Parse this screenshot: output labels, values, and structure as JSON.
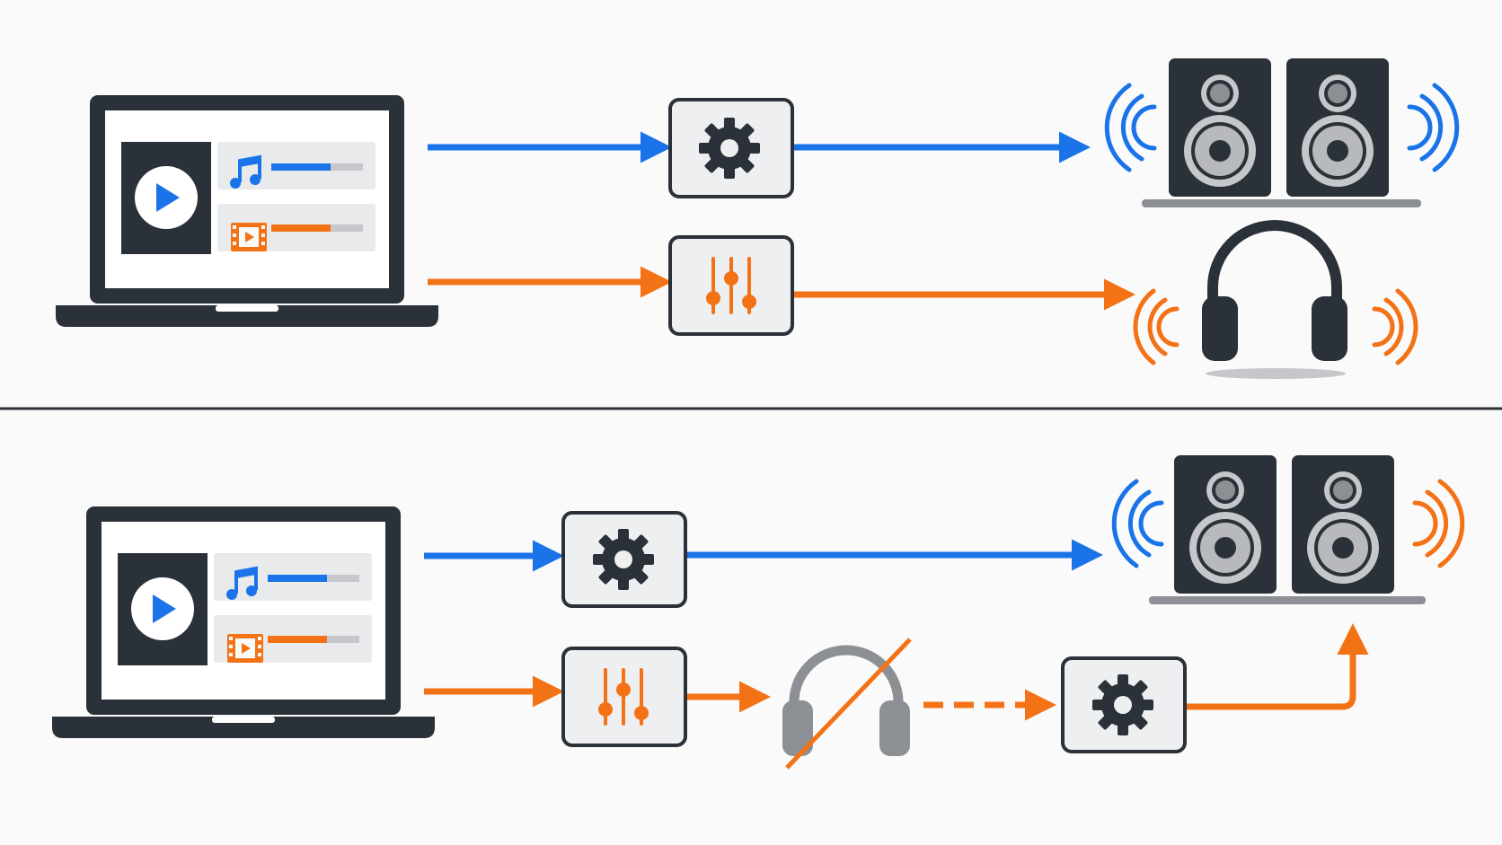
{
  "colors": {
    "background": "#fafafa",
    "dark": "#2b3138",
    "blue": "#1a73e8",
    "orange": "#f47216",
    "box_fill": "#eeeff1",
    "gray": "#8c8f93",
    "light_gray": "#c5c7ca",
    "white": "#ffffff"
  },
  "panels": [
    {
      "id": "top",
      "laptop": {
        "player_icon": "play-icon",
        "tracks": [
          {
            "icon": "music-note-icon",
            "color": "blue",
            "progress": 0.62
          },
          {
            "icon": "film-icon",
            "color": "orange",
            "progress": 0.62
          }
        ]
      },
      "blue_route": {
        "processor": "gear-icon",
        "destination": "speakers-icon"
      },
      "orange_route": {
        "processor": "sliders-icon",
        "destination": "headphones-icon"
      }
    },
    {
      "id": "bottom",
      "laptop": {
        "player_icon": "play-icon",
        "tracks": [
          {
            "icon": "music-note-icon",
            "color": "blue",
            "progress": 0.62
          },
          {
            "icon": "film-icon",
            "color": "orange",
            "progress": 0.62
          }
        ]
      },
      "blue_route": {
        "processor": "gear-icon",
        "destination": "speakers-icon"
      },
      "orange_route": {
        "processor": "sliders-icon",
        "blocked_output": "headphones-disabled-icon",
        "fallback_processor": "gear-icon",
        "destination": "speakers-icon"
      }
    }
  ]
}
